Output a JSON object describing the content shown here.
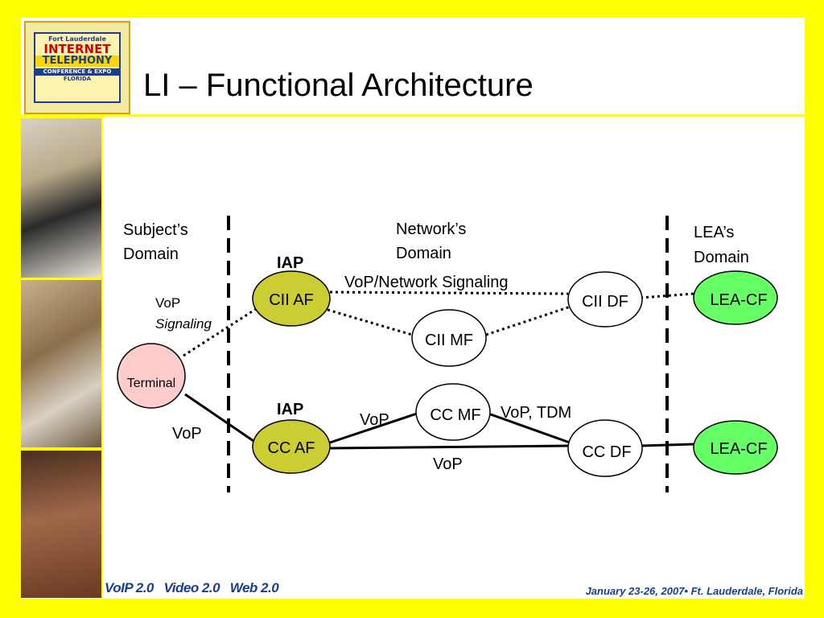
{
  "slide": {
    "title": "LI – Functional Architecture",
    "logo": {
      "top": "Fort Lauderdale",
      "line1": "INTERNET",
      "line2": "TELEPHONY",
      "line3": "CONFERENCE & EXPO",
      "line4": "FLORIDA"
    },
    "footer_left": "VoIP 2.0   Video 2.0   Web 2.0",
    "footer_right": "January 23-26, 2007• Ft. Lauderdale, Florida"
  },
  "diagram": {
    "domains": {
      "subject": [
        "Subject’s",
        "Domain"
      ],
      "network": [
        "Network’s",
        "Domain"
      ],
      "lea": [
        "LEA’s",
        "Domain"
      ]
    },
    "nodes": {
      "terminal": "Terminal",
      "cii_af": "CII AF",
      "cii_mf": "CII MF",
      "cii_df": "CII DF",
      "lea_cf_top": "LEA-CF",
      "cc_af": "CC AF",
      "cc_mf": "CC MF",
      "cc_df": "CC DF",
      "lea_cf_bottom": "LEA-CF"
    },
    "labels": {
      "iap_top": "IAP",
      "iap_bottom": "IAP",
      "vop_signaling_1": "VoP",
      "vop_signaling_2": "Signaling",
      "network_signaling": "VoP/Network Signaling",
      "vop_terminal": "VoP",
      "vop_mf": "VoP",
      "vop_tdm": "VoP, TDM",
      "vop_bottom": "VoP"
    },
    "colors": {
      "frame": "#ffff00",
      "af_fill": "#cccc33",
      "terminal_fill": "#ffcccc",
      "lea_fill": "#66ff66",
      "footer_text": "#1a3d8f"
    }
  }
}
